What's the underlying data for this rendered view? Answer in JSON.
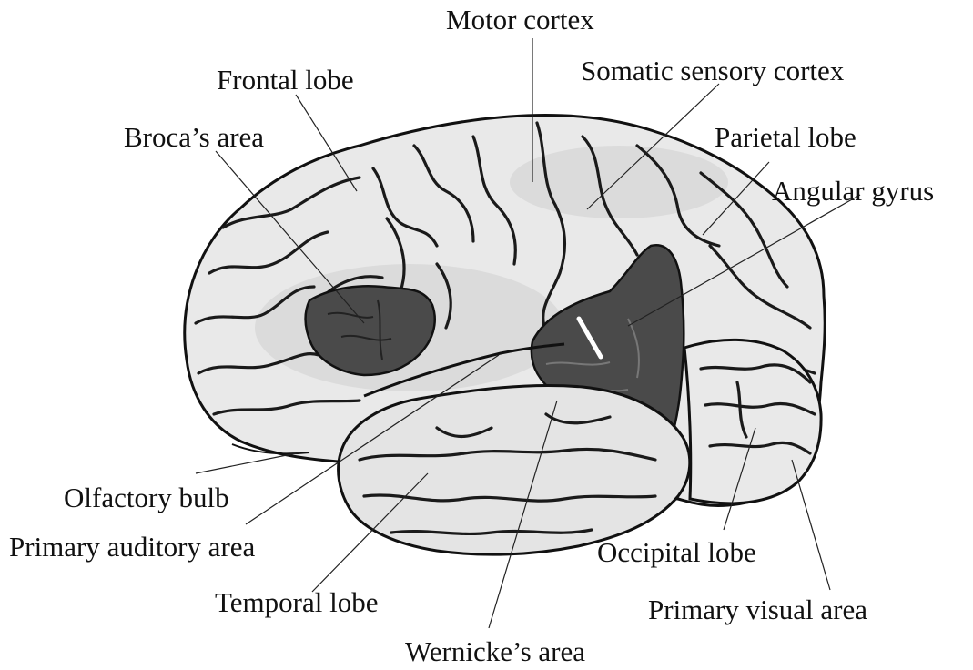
{
  "labels": {
    "motor_cortex": "Motor cortex",
    "somatic_sensory_cortex": "Somatic sensory cortex",
    "frontal_lobe": "Frontal lobe",
    "brocas_area": "Broca’s area",
    "parietal_lobe": "Parietal lobe",
    "angular_gyrus": "Angular gyrus",
    "olfactory_bulb": "Olfactory bulb",
    "primary_auditory_area": "Primary auditory area",
    "temporal_lobe": "Temporal lobe",
    "occipital_lobe": "Occipital lobe",
    "primary_visual_area": "Primary visual area",
    "wernickes_area": "Wernicke’s area"
  },
  "colors": {
    "line": "#111111",
    "brain_fill": "#e9e9e9",
    "highlight_region": "#4a4a4a"
  }
}
